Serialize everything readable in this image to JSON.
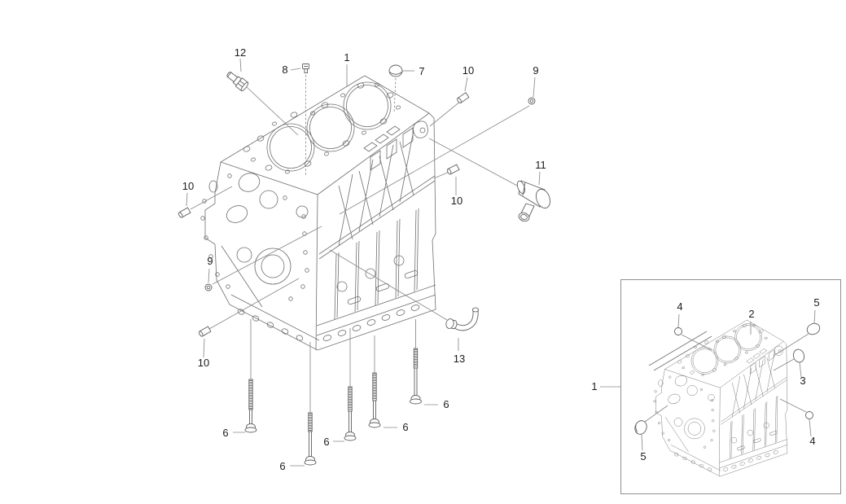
{
  "diagram": {
    "description": "Exploded parts diagram of an engine cylinder block assembly with numbered callouts",
    "main_callouts": {
      "p12": "12",
      "p8": "8",
      "p1": "1",
      "p7": "7",
      "p10_top": "10",
      "p9_top": "9",
      "p11": "11",
      "p10_mid": "10",
      "p10_left": "10",
      "p9_left": "9",
      "p10_lower": "10",
      "p13": "13",
      "p6_1": "6",
      "p6_2": "6",
      "p6_3": "6",
      "p6_4": "6",
      "p6_5": "6"
    },
    "inset_callouts": {
      "i1": "1",
      "i4_top": "4",
      "i2": "2",
      "i5_top": "5",
      "i3": "3",
      "i4_bottom": "4",
      "i5_bottom": "5"
    },
    "colors": {
      "background": "#ffffff",
      "drawing_line": "#6f6f6f",
      "leader_line": "#8a8a8a",
      "label_text": "#1c1c1c",
      "inset_border": "#8f8f8f"
    }
  }
}
